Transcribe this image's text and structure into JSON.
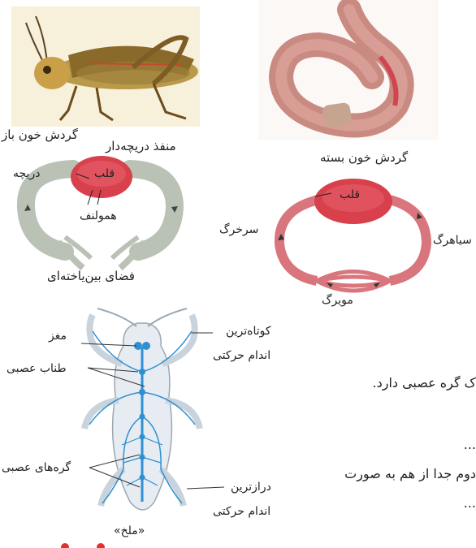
{
  "open_circulation": {
    "caption": "گردش خون باز",
    "valved_opening": "منفذ دریچه‌دار",
    "valve": "دریچه",
    "heart": "قلب",
    "hemolymph": "همولنف",
    "interstitial_space": "فضای بین‌یاخته‌ای"
  },
  "closed_circulation": {
    "caption": "گردش خون بسته",
    "heart": "قلب",
    "artery": "سرخرگ",
    "vein": "سیاهرگ",
    "capillary": "مویرگ"
  },
  "nervous_system": {
    "brain": "مغز",
    "nerve_cord": "طناب عصبی",
    "ganglia": "گره‌های عصبی",
    "shortest_limb": "کوتاه‌ترین",
    "shortest_limb_2": "اندام حرکتی",
    "longest_limb": "درازترین",
    "longest_limb_2": "اندام حرکتی",
    "caption": "«ملخ»"
  },
  "text_fragments": {
    "line1": "ک گره عصبی دارد.",
    "line2": "...",
    "line3": "دوم جدا از هم به صورت",
    "line4": "..."
  },
  "colors": {
    "heart_red": "#d8404c",
    "vessel_gray": "#b9c2b4",
    "vessel_red": "#d9757d",
    "nerve_blue": "#2f8fd0",
    "worm_pink": "#c98a82"
  }
}
